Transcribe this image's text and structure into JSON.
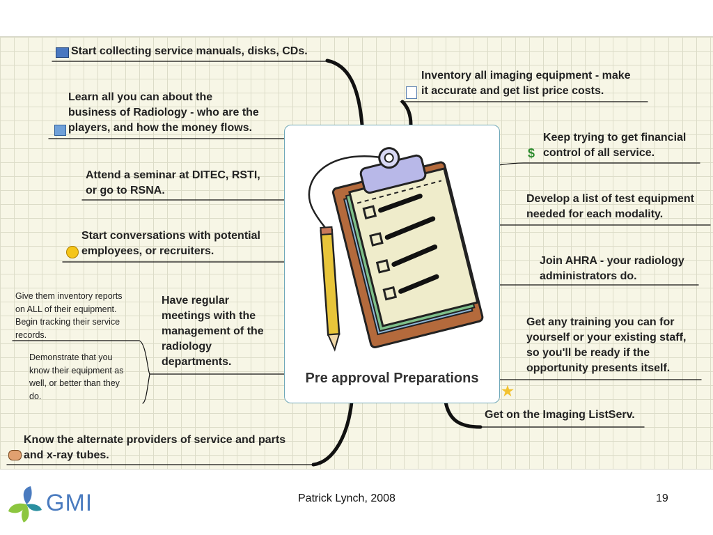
{
  "center": {
    "title": "Pre approval Preparations",
    "image": "clipboard-checklist-pencil"
  },
  "left_nodes": [
    {
      "id": "manuals",
      "text": "Start collecting service manuals, disks, CDs.",
      "icon": "binder-icon"
    },
    {
      "id": "business",
      "text": "Learn all you can about the\nbusiness of Radiology - who are the\nplayers, and how the money flows.",
      "icon": "notebook-icon"
    },
    {
      "id": "seminar",
      "text": "Attend a seminar at DITEC, RSTI,\nor go to RSNA.",
      "icon": ""
    },
    {
      "id": "conversations",
      "text": "Start conversations with potential\nemployees, or recruiters.",
      "icon": "smiley-icon"
    },
    {
      "id": "meetings",
      "text": "Have regular\nmeetings with the\nmanagement of the\nradiology\ndepartments.",
      "icon": ""
    },
    {
      "id": "alternate",
      "text": "Know the alternate providers of service and parts\nand x-ray tubes.",
      "icon": "handshake-icon"
    }
  ],
  "sub_nodes": [
    {
      "id": "inventory-reports",
      "text": "Give them inventory reports\non ALL of their equipment.\nBegin tracking their service\nrecords."
    },
    {
      "id": "demonstrate",
      "text": "Demonstrate that you\nknow their equipment as\nwell, or better than they\ndo."
    }
  ],
  "right_nodes": [
    {
      "id": "inventory",
      "text": "Inventory all imaging equipment - make\nit accurate and get list price costs.",
      "icon": "pencil-note-icon"
    },
    {
      "id": "financial",
      "text": "Keep trying to get financial\ncontrol of all service.",
      "icon": "dollar-icon"
    },
    {
      "id": "test-equipment",
      "text": "Develop a list of test equipment\nneeded for each modality.",
      "icon": ""
    },
    {
      "id": "ahra",
      "text": "Join AHRA - your radiology\nadministrators do.",
      "icon": ""
    },
    {
      "id": "training",
      "text": "Get any training you can for\nyourself or your existing staff,\nso you'll be ready if the\nopportunity presents itself.",
      "icon": ""
    },
    {
      "id": "listserv",
      "text": "Get on the Imaging ListServ.",
      "icon": "star-icon"
    }
  ],
  "footer": {
    "author": "Patrick Lynch, 2008",
    "page": "19",
    "logo_text": "GMI"
  },
  "colors": {
    "branch": "#111111",
    "border": "#6ea7b8",
    "logo_blue": "#4a7bbf",
    "logo_green": "#8cc63f",
    "logo_teal": "#2a8fa0"
  }
}
